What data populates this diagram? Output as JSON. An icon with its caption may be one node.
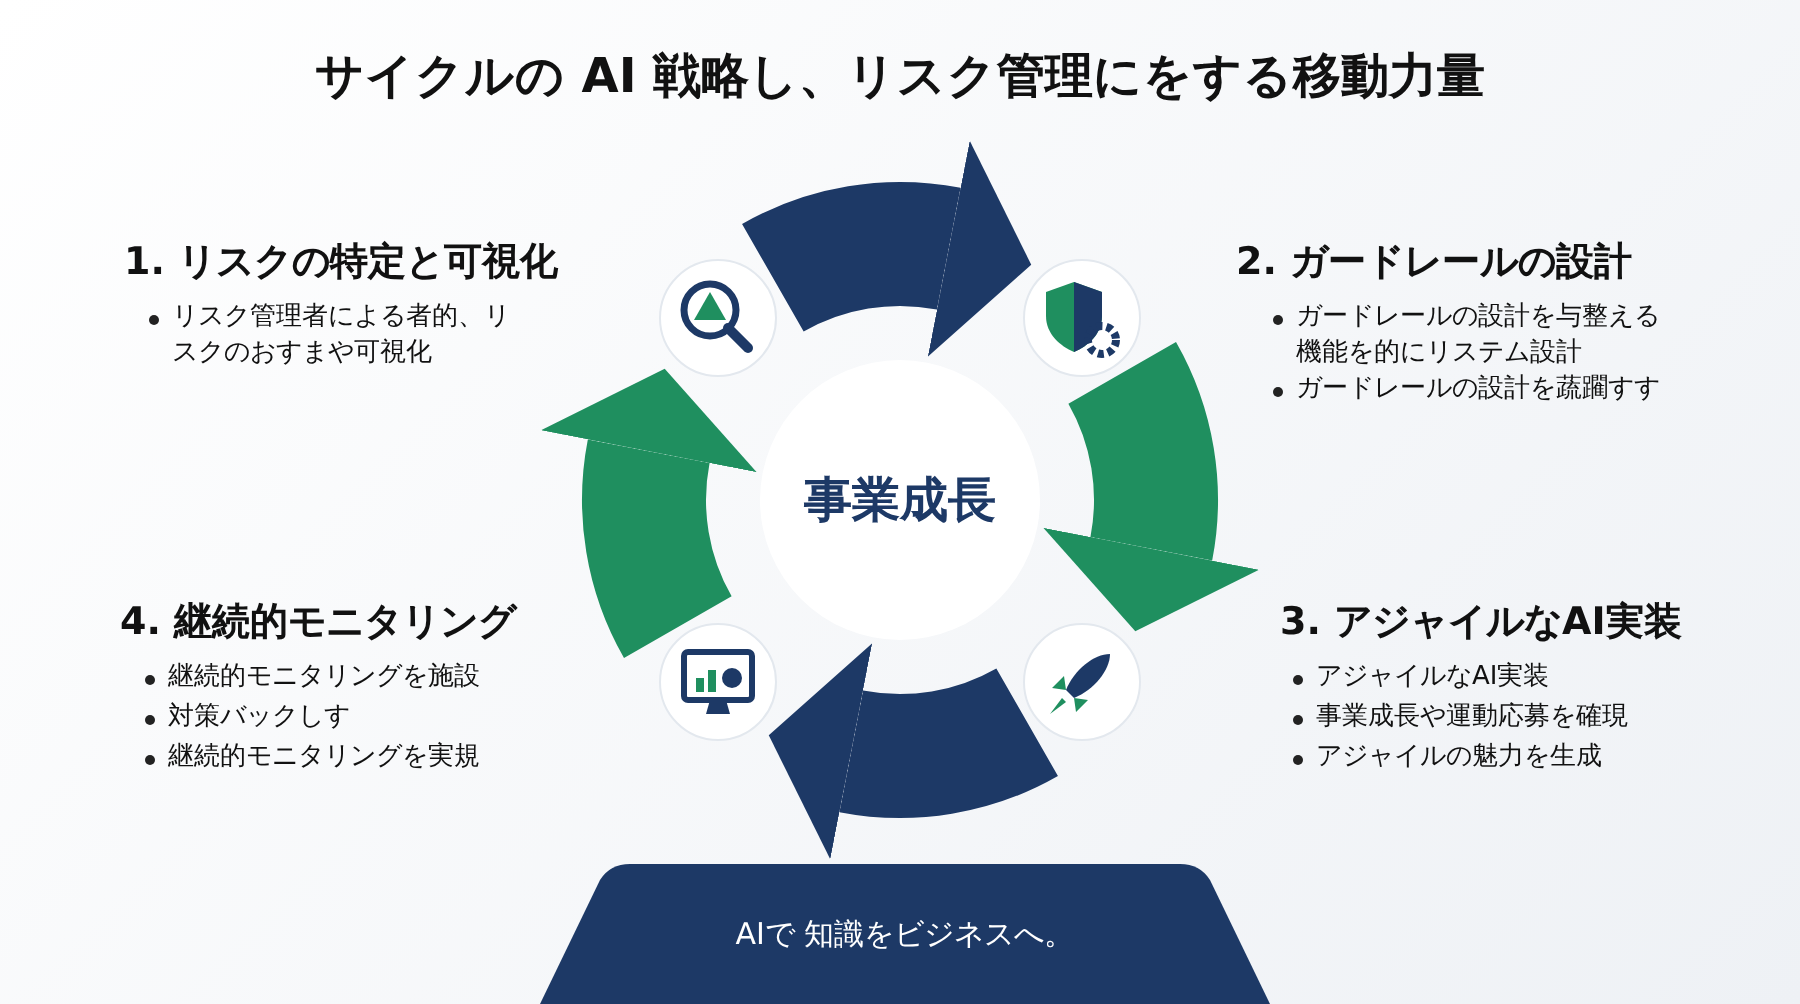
{
  "diagram": {
    "title": "サイクルの AI 戦略し、リスク管理にをする移動力量",
    "nodes": [
      {
        "text": [
          "事業成長"
        ]
      },
      {
        "text": [],
        "shape": "circle"
      },
      {
        "text": [],
        "shape": "circle"
      },
      {
        "text": [],
        "shape": "circle"
      },
      {
        "text": [],
        "shape": "circle"
      },
      {
        "text": [
          "AIで 知識をビジネスへ。"
        ]
      }
    ],
    "edges": [
      {
        "from": 1,
        "to": 2,
        "arrow": "to",
        "color": "#1d3966"
      },
      {
        "from": 2,
        "to": 3,
        "arrow": "to",
        "color": "#1f8f5f"
      },
      {
        "from": 3,
        "to": 4,
        "arrow": "to",
        "color": "#1d3966"
      },
      {
        "from": 4,
        "to": 1,
        "arrow": "to",
        "color": "#1f8f5f"
      }
    ],
    "labels": [
      "1. リスクの特定と可視化",
      "リスク管理者による者的、リスクのおすまや可視化",
      "2. ガードレールの設計",
      "ガードレールの設計を与整える機能を的にリステム設計",
      "ガードレールの設計を蔬躙すす",
      "4. 継続的モニタリング",
      "継続的モニタリングを施設",
      "対策バックしす",
      "継続的モニタリングを実規",
      "3. アジャイルなAI実装",
      "アジャイルなAI実装",
      "事業成長や運動応募を確現",
      "アジャイルの魅力を生成"
    ]
  }
}
